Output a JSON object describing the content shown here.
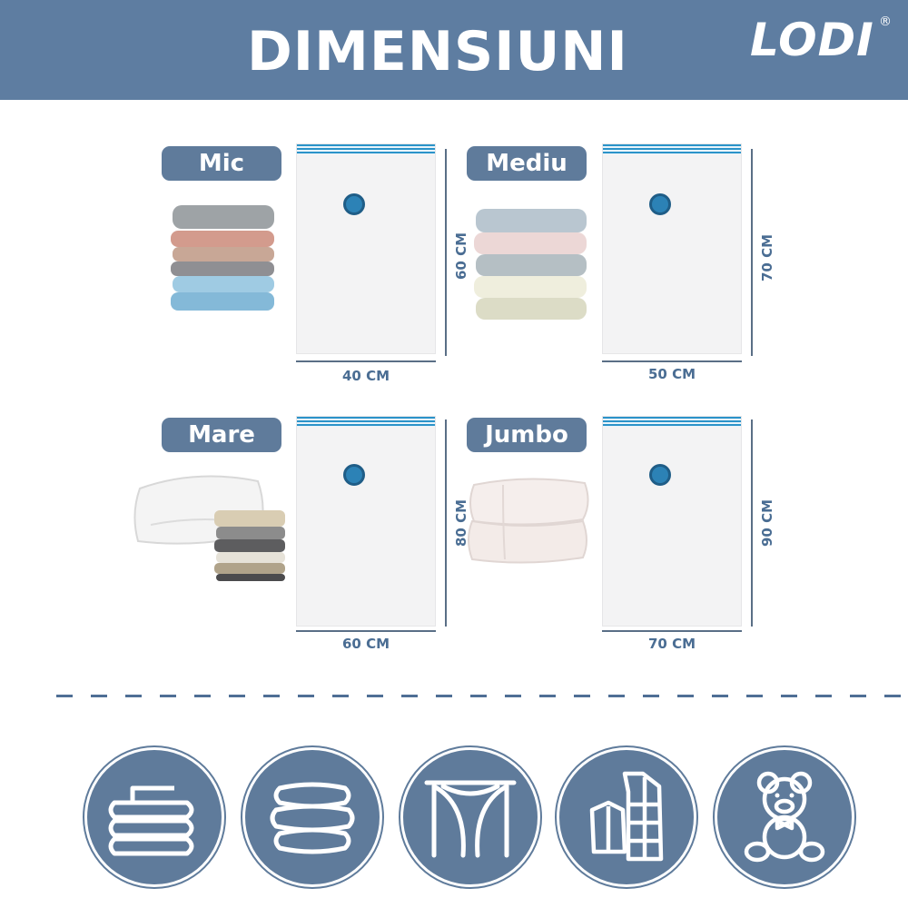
{
  "header": {
    "title": "DIMENSIUNI",
    "logo": "LODI",
    "logo_mark": "®"
  },
  "sizes": [
    {
      "label": "Mic",
      "width": "40 CM",
      "height": "60 CM"
    },
    {
      "label": "Mediu",
      "width": "50 CM",
      "height": "70 CM"
    },
    {
      "label": "Mare",
      "width": "60 CM",
      "height": "80 CM"
    },
    {
      "label": "Jumbo",
      "width": "70 CM",
      "height": "90 CM"
    }
  ],
  "icons": [
    "towels-icon",
    "pillows-icon",
    "curtains-icon",
    "clothes-icon",
    "teddy-bear-icon"
  ],
  "colors": {
    "brand": "#5e7da1",
    "label": "#5f7b9b",
    "valve": "#2c82b6",
    "zip": "#2b93c9",
    "dimension": "#4a6d93"
  }
}
